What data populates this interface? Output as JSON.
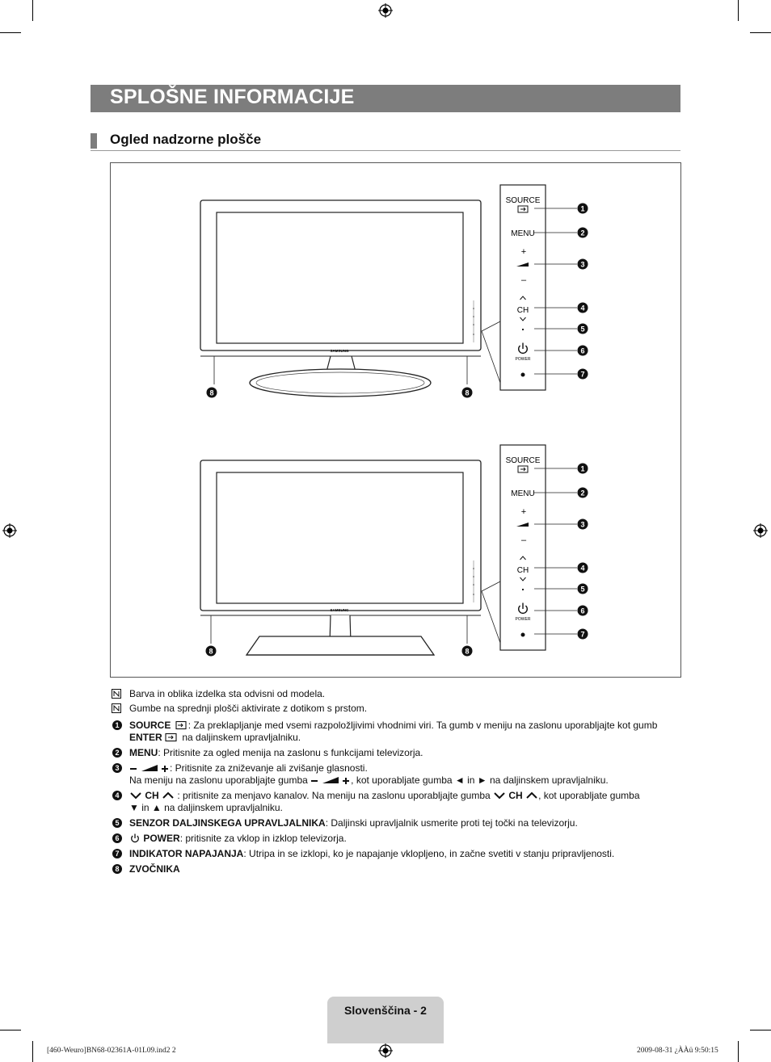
{
  "header": {
    "title": "SPLOŠNE INFORMACIJE",
    "section_title": "Ogled nadzorne plošče"
  },
  "panel": {
    "source": "SOURCE",
    "menu": "MENU",
    "plus": "+",
    "minus": "–",
    "ch": "CH",
    "power": "POWER",
    "brand": "SAMSUNG"
  },
  "callouts": [
    "1",
    "2",
    "3",
    "4",
    "5",
    "6",
    "7"
  ],
  "speaker_callout": "8",
  "notes": {
    "note1": "Barva in oblika izdelka sta odvisni od modela.",
    "note2": "Gumbe na sprednji plošči aktivirate z dotikom s prstom.",
    "item1_term": "SOURCE",
    "item1_text": ": Za preklapljanje med vsemi razpoložljivimi vhodnimi viri. Ta gumb v meniju na zaslonu uporabljajte kot gumb",
    "item1_term2": "ENTER",
    "item1_text2": "na daljinskem upravljalniku.",
    "item2_term": "MENU",
    "item2_text": ": Pritisnite za ogled menija na zaslonu s funkcijami televizorja.",
    "item3_text": ": Pritisnite za zniževanje ali zvišanje glasnosti.",
    "item3_line2a": "Na meniju na zaslonu uporabljajte gumba",
    "item3_line2b": ", kot uporabljate gumba ◄ in ► na daljinskem upravljalniku.",
    "item4_term": "CH",
    "item4_text": ": pritisnite za menjavo kanalov. Na meniju na zaslonu uporabljajte gumba",
    "item4_text2": ", kot uporabljate gumba",
    "item4_line2": "▼ in ▲ na daljinskem upravljalniku.",
    "item5_term": "SENZOR DALJINSKEGA UPRAVLJALNIKA",
    "item5_text": ": Daljinski upravljalnik usmerite proti tej točki na televizorju.",
    "item6_term": "POWER",
    "item6_text": ": pritisnite za vklop in izklop televizorja.",
    "item7_term": "INDIKATOR NAPAJANJA",
    "item7_text": ": Utripa in se izklopi, ko je napajanje vklopljeno, in začne svetiti v stanju pripravljenosti.",
    "item8_term": "ZVOČNIKA"
  },
  "footer": {
    "page_label": "Slovenščina - 2",
    "slug_left": "[460-Weuro]BN68-02361A-01L09.ind2   2",
    "slug_right": "2009-08-31   ¿ÀÀü 9:50:15"
  }
}
